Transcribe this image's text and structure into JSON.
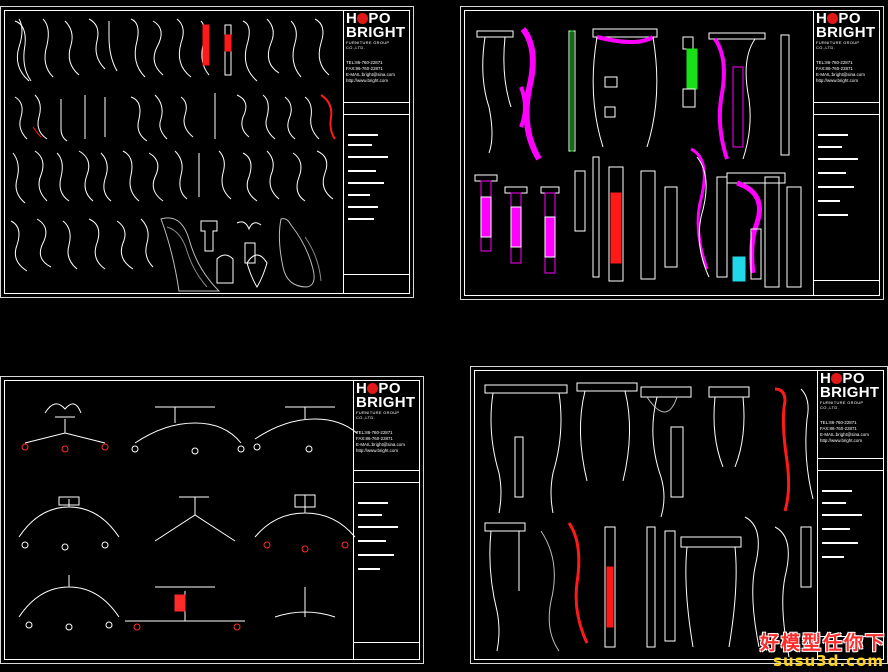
{
  "brand": {
    "logo_top": "HOPO",
    "logo_main": "BRIGHT",
    "logo_sub": "FURNITURE GROUP CO.,LTD.",
    "tel": "TEL:86-760-22871",
    "fax": "FAX:86-760-22871",
    "email": "E-MAIL:bright@sina.com",
    "web": "http://www.bright.com"
  },
  "watermark": {
    "line1": "好模型任你下",
    "line2": "susu3d.com"
  },
  "colors": {
    "background": "#000000",
    "lines": "#ffffff",
    "magenta": "#ff00ff",
    "red": "#ff1a1a",
    "green": "#18e018",
    "cyan": "#20d8e8",
    "logo_dot": "#e01818"
  },
  "sheets": [
    {
      "name": "carved-legs-sheet",
      "content": "cabriole and carved furniture legs"
    },
    {
      "name": "table-legs-sheet",
      "content": "table legs with magenta and red highlighted carvings"
    },
    {
      "name": "chair-bases-sheet",
      "content": "swivel chair bases with casters"
    },
    {
      "name": "ornate-legs-sheet",
      "content": "ornate carved legs and columns"
    }
  ]
}
